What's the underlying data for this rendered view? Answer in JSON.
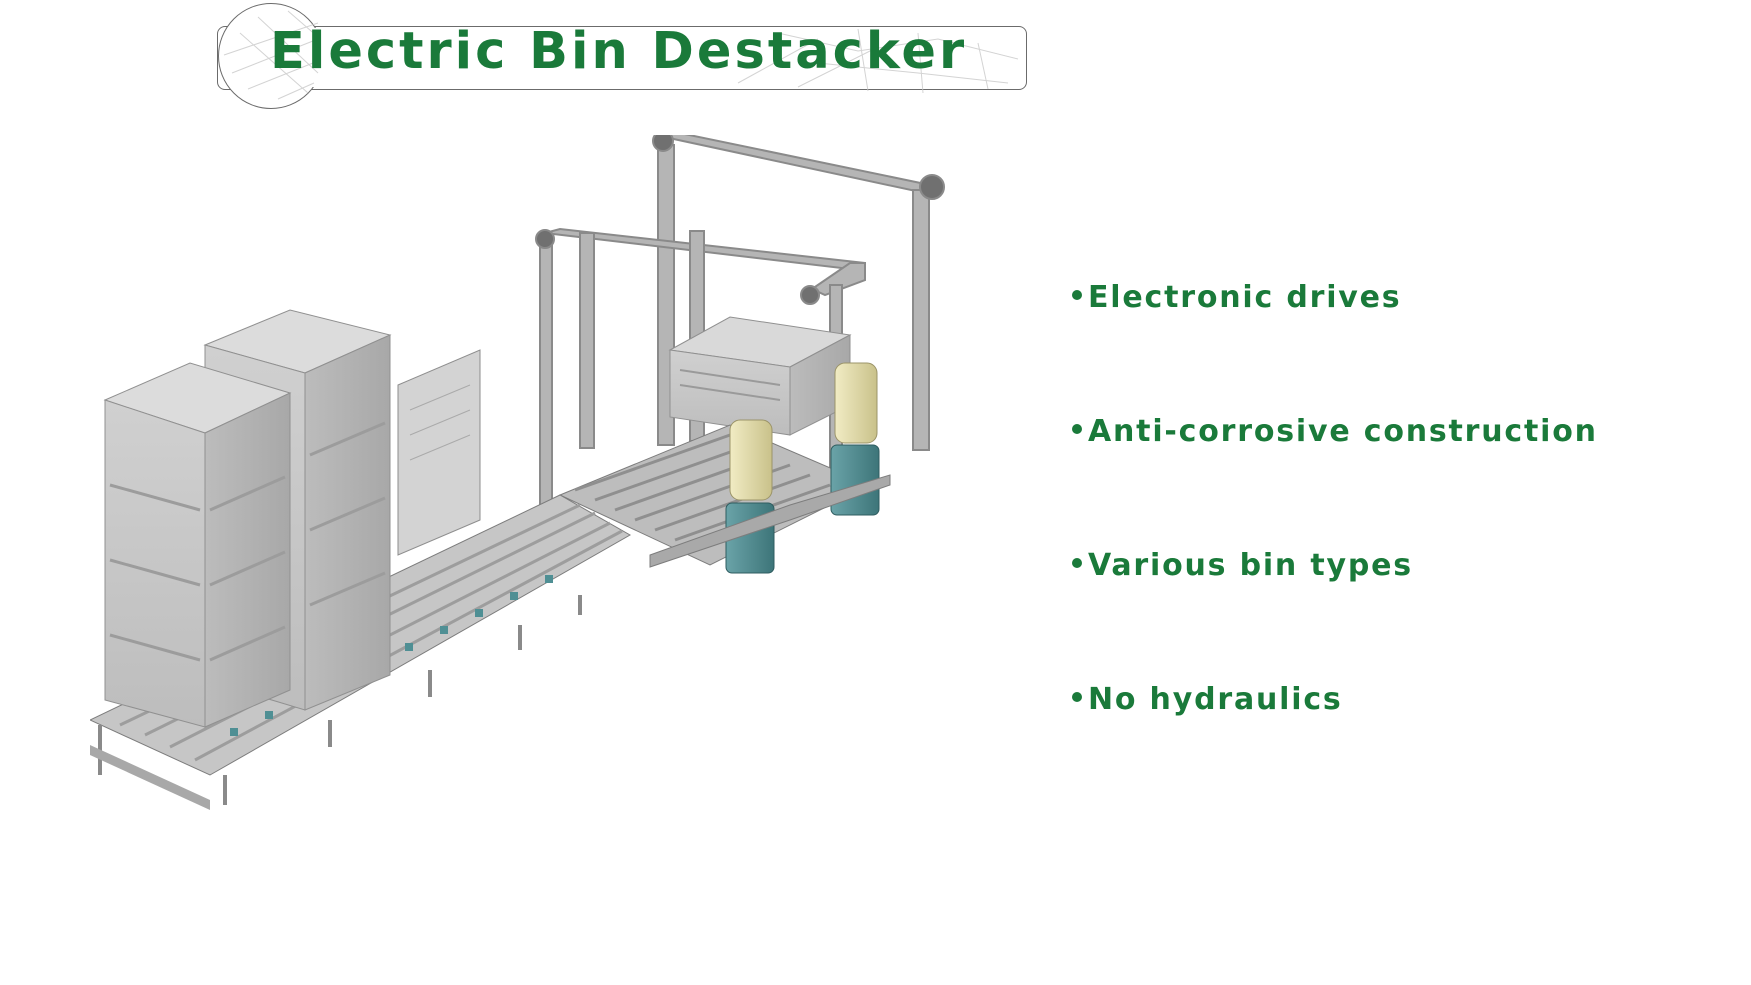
{
  "title": "Electric Bin Destacker",
  "features": [
    "Electronic drives",
    "Anti-corrosive construction",
    "Various bin types",
    "No hydraulics"
  ],
  "colors": {
    "title": "#1a7a3a",
    "bullets": "#1a7a3a",
    "banner_border": "#6b6b6b",
    "bin_grey": "#c8c8c8",
    "frame_steel": "#a9a9a9",
    "gearbox_teal": "#4f8f94",
    "motor_cream": "#e8e2b0"
  },
  "illustration": {
    "icon": "bin-destacker-machine-illustration"
  }
}
